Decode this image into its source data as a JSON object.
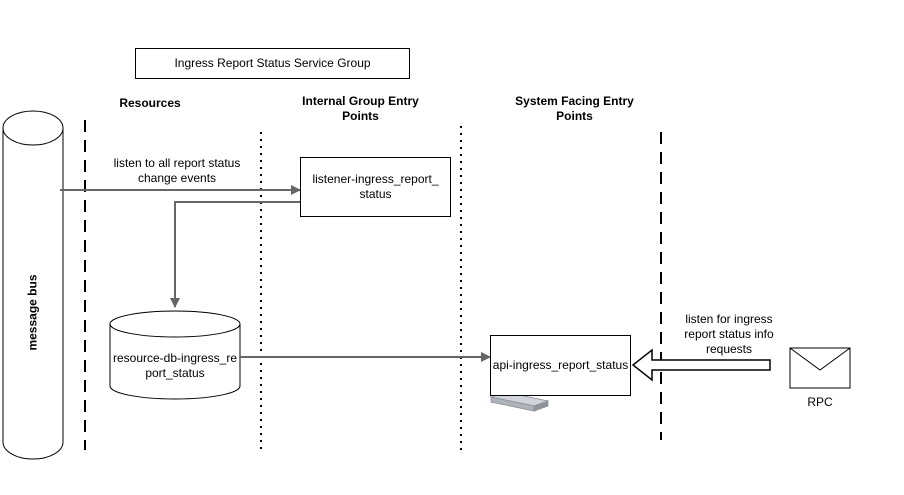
{
  "title": "Ingress Report Status Service Group",
  "columns": {
    "resources": "Resources",
    "internal": "Internal Group Entry Points",
    "system": "System Facing Entry Points"
  },
  "message_bus": "message bus",
  "edges": {
    "listen_all": "listen to all report status change events",
    "listen_ingress": "listen for ingress report status info requests"
  },
  "nodes": {
    "listener": "listener-ingress_report_status",
    "db": "resource-db-ingress_report_status",
    "api": "api-ingress_report_status",
    "rpc": "RPC"
  },
  "colors": {
    "line": "#666666",
    "border": "#000000"
  }
}
